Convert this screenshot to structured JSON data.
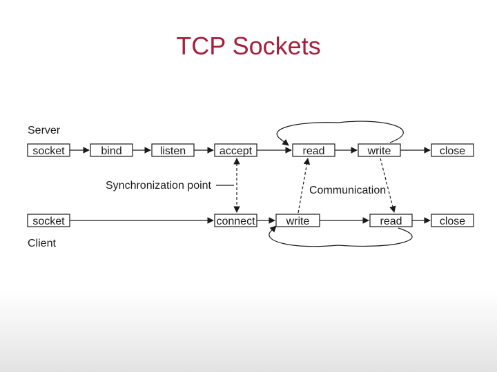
{
  "title": "TCP Sockets",
  "diagram": {
    "server_label": "Server",
    "client_label": "Client",
    "sync_label": "Synchronization point",
    "comm_label": "Communication",
    "server": {
      "socket": "socket",
      "bind": "bind",
      "listen": "listen",
      "accept": "accept",
      "read": "read",
      "write": "write",
      "close": "close"
    },
    "client": {
      "socket": "socket",
      "connect": "connect",
      "write": "write",
      "read": "read",
      "close": "close"
    }
  }
}
